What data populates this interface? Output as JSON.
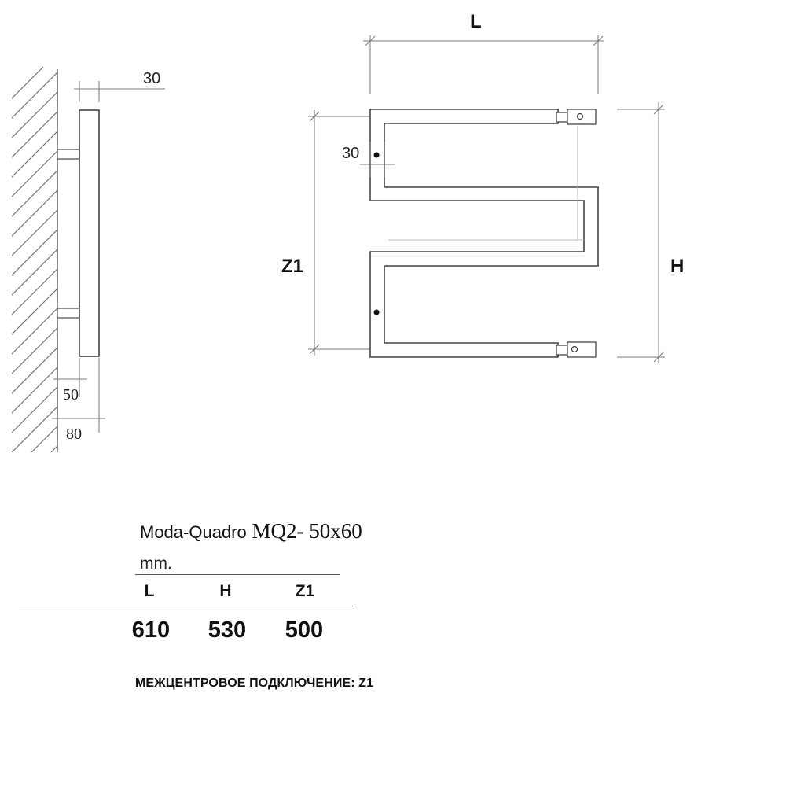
{
  "side_view": {
    "dim_top": "30",
    "dim_inner": "50",
    "dim_outer": "80"
  },
  "front_view": {
    "dim_width": "L",
    "dim_height": "H",
    "dim_centers": "Z1",
    "dim_offset": "30"
  },
  "spec": {
    "brand": "Moda-Quadro",
    "model": "MQ2-",
    "size": "50x60",
    "unit": "mm.",
    "columns": [
      "L",
      "H",
      "Z1"
    ],
    "values": [
      "610",
      "530",
      "500"
    ],
    "note": "МЕЖЦЕНТРОВОЕ ПОДКЛЮЧЕНИЕ: Z1"
  }
}
